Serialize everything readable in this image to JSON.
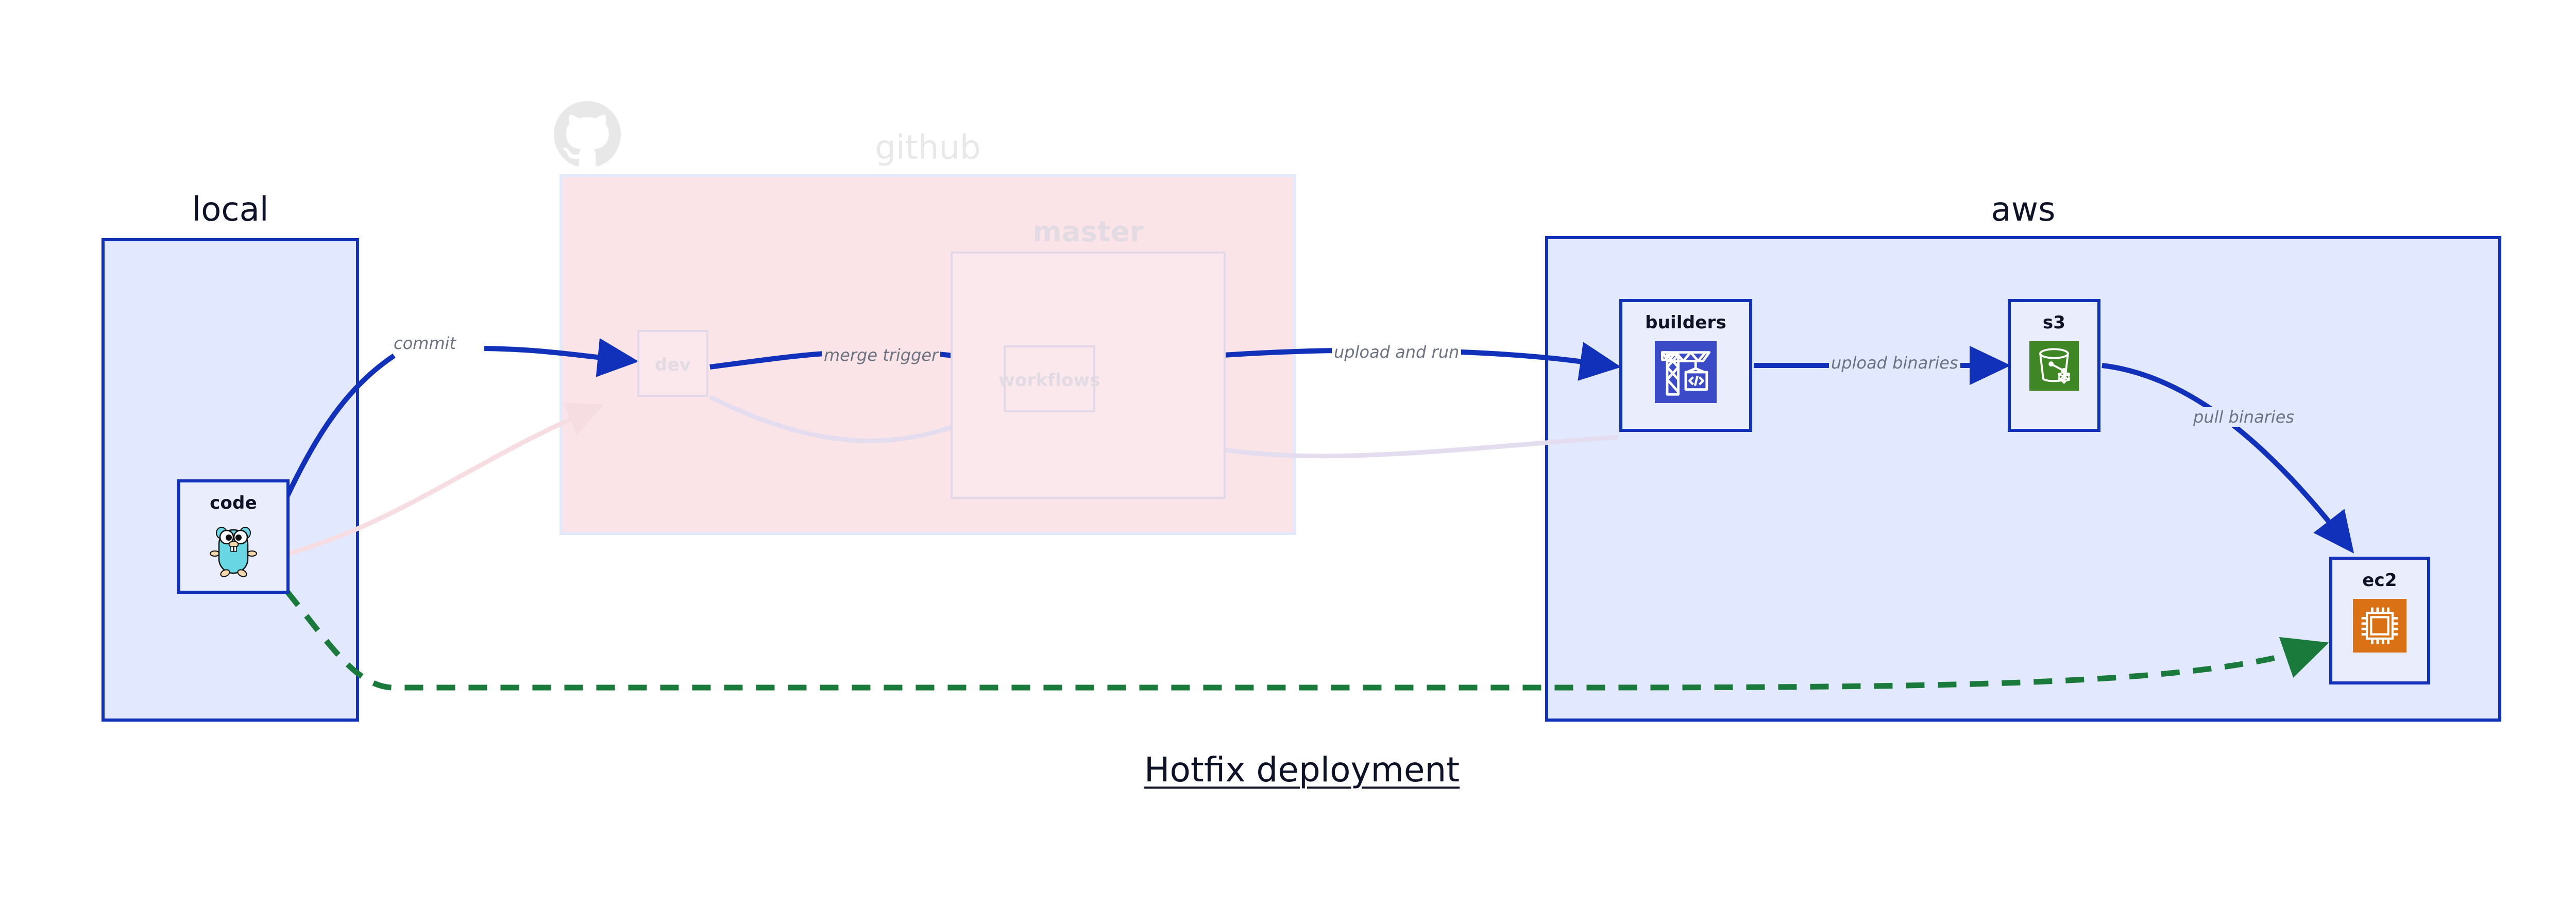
{
  "diagram": {
    "title": "Hotfix deployment",
    "groups": [
      {
        "id": "local",
        "label": "local"
      },
      {
        "id": "github",
        "label": "github"
      },
      {
        "id": "aws",
        "label": "aws"
      }
    ],
    "nodes": [
      {
        "id": "code",
        "label": "code",
        "icon": "go-gopher-icon",
        "state": "active"
      },
      {
        "id": "dev",
        "label": "dev",
        "icon": "none",
        "state": "ghosted"
      },
      {
        "id": "master",
        "label": "master",
        "icon": "none",
        "state": "ghosted"
      },
      {
        "id": "workflows",
        "label": "workflows",
        "icon": "none",
        "state": "ghosted"
      },
      {
        "id": "builders",
        "label": "builders",
        "icon": "aws-codebuild-icon",
        "state": "active"
      },
      {
        "id": "s3",
        "label": "s3",
        "icon": "aws-s3-glacier-icon",
        "state": "active"
      },
      {
        "id": "ec2",
        "label": "ec2",
        "icon": "aws-ec2-chip-icon",
        "state": "active"
      }
    ],
    "edges": [
      {
        "id": "commit",
        "from": "code",
        "to": "dev",
        "label": "commit",
        "style": "solid",
        "color": "#1231ba"
      },
      {
        "id": "merge-trigger",
        "from": "dev",
        "to": "workflows",
        "label": "merge trigger",
        "style": "solid",
        "color": "#1231ba"
      },
      {
        "id": "upload-run",
        "from": "workflows",
        "to": "builders",
        "label": "upload and run",
        "style": "solid",
        "color": "#1231ba"
      },
      {
        "id": "upload-bin",
        "from": "builders",
        "to": "s3",
        "label": "upload binaries",
        "style": "solid",
        "color": "#1231ba"
      },
      {
        "id": "pull-bin",
        "from": "s3",
        "to": "ec2",
        "label": "pull binaries",
        "style": "solid",
        "color": "#1231ba"
      },
      {
        "id": "hotfix",
        "from": "code",
        "to": "ec2",
        "label": "",
        "style": "dashed",
        "color": "#1a7a3c"
      }
    ],
    "colors": {
      "accent_blue": "#1231ba",
      "group_blue_fill": "#e2e8fd",
      "github_pink_fill": "#fbe4e7",
      "node_fill": "#e9edfc",
      "hotfix_green": "#1a7a3c",
      "label_gray": "#6b7280",
      "text_dark": "#0d1226",
      "aws_codebuild": "#3b4bc8",
      "aws_s3_glacier": "#3f8624",
      "aws_ec2": "#da7115",
      "go_gopher": "#68d6e3"
    }
  }
}
